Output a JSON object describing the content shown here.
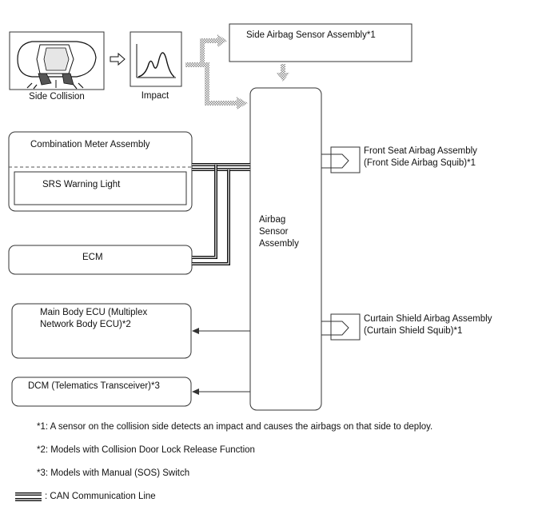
{
  "diagram": {
    "side_collision_label": "Side Collision",
    "impact_label": "Impact",
    "side_airbag_sensor": "Side Airbag Sensor Assembly*1",
    "airbag_sensor_line1": "Airbag",
    "airbag_sensor_line2": "Sensor",
    "airbag_sensor_line3": "Assembly",
    "combination_meter": "Combination Meter Assembly",
    "srs_warning_light": "SRS Warning Light",
    "ecm": "ECM",
    "main_body_ecu_line1": "Main Body ECU (Multiplex",
    "main_body_ecu_line2": "Network Body ECU)*2",
    "dcm": "DCM (Telematics Transceiver)*3",
    "front_seat_airbag_line1": "Front Seat Airbag Assembly",
    "front_seat_airbag_line2": "(Front Side Airbag Squib)*1",
    "curtain_shield_line1": "Curtain Shield Airbag Assembly",
    "curtain_shield_line2": "(Curtain Shield Squib)*1"
  },
  "notes": {
    "note1": "*1: A sensor on the collision side detects an impact and causes the airbags on that side to deploy.",
    "note2": "*2: Models with Collision Door Lock Release Function",
    "note3": "*3: Models with Manual (SOS) Switch",
    "legend_can": ": CAN Communication Line"
  }
}
